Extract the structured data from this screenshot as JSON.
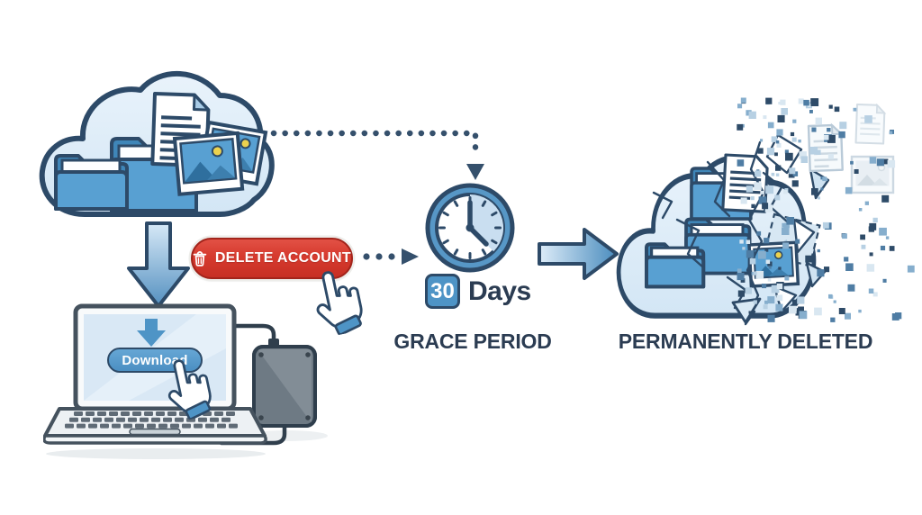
{
  "colors": {
    "navy_outline": "#2d4a68",
    "cloud_fill": "#ddecf8",
    "accent_blue": "#4e94c6",
    "wedge_light_blue": "#c9def0",
    "danger_red": "#d8382d",
    "text_navy": "#2b3c52",
    "pixel_palette": [
      "#2e4b68",
      "#4f7da4",
      "#86aecd",
      "#b7d0e3",
      "#d9e7f1"
    ]
  },
  "steps": {
    "download": {
      "delete_button_label": "DELETE ACCOUNT",
      "download_button_label": "Download"
    },
    "grace": {
      "days_value": "30",
      "days_unit": "Days",
      "caption": "GRACE PERIOD"
    },
    "deleted": {
      "caption": "PERMANENTLY DELETED"
    }
  },
  "icons": {
    "cloud_storage": "cloud holding folders, document and photos",
    "trash": "trash can on delete button",
    "cursor_hand": "pointing hand cursor",
    "clock": "clock with elapsed time wedge",
    "laptop": "laptop showing download screen",
    "external_drive": "external hard drive with cable",
    "shattered_cloud": "cracked cloud dissolving into pixels",
    "arrow_down": "blue arrow cloud to laptop",
    "arrow_right": "blue arrow clock to deleted cloud",
    "dotted_path": "dotted path cloud to clock"
  }
}
